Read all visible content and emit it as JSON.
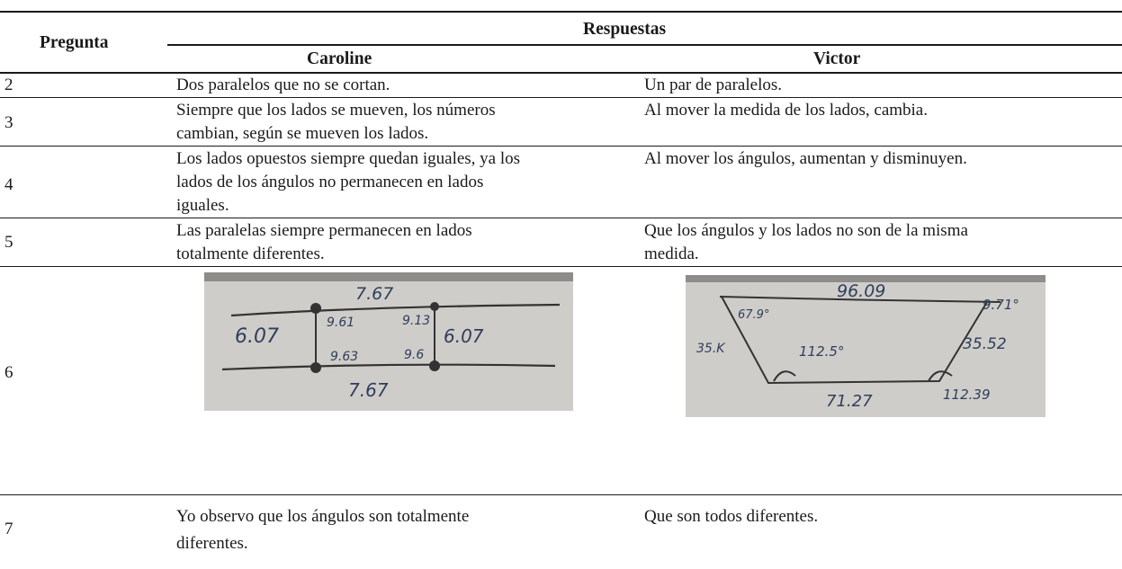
{
  "header": {
    "col_question": "Pregunta",
    "group": "Respuestas",
    "col_caroline": "Caroline",
    "col_victor": "Victor"
  },
  "rows": [
    {
      "q": "2",
      "caroline": [
        "Dos paralelos que no se cortan."
      ],
      "victor": [
        "Un par de paralelos."
      ]
    },
    {
      "q": "3",
      "caroline": [
        "Siempre que los lados se mueven, los números",
        "cambian, según se mueven los lados."
      ],
      "victor": [
        "Al mover la medida de los lados, cambia."
      ]
    },
    {
      "q": "4",
      "caroline": [
        "Los lados opuestos siempre quedan iguales, ya los",
        "lados de los ángulos no permanecen en lados",
        "iguales."
      ],
      "victor": [
        "Al mover los ángulos, aumentan y disminuyen."
      ]
    },
    {
      "q": "5",
      "caroline": [
        "Las paralelas siempre permanecen en lados",
        "totalmente diferentes."
      ],
      "victor": [
        "Que los ángulos y los lados no son de la misma",
        "medida."
      ]
    },
    {
      "q": "6",
      "caroline_image": {
        "description_labels": [
          "7.67",
          "6.07",
          "9.61",
          "9.13",
          "6.07",
          "9.63",
          "9.6",
          "7.67"
        ]
      },
      "victor_image": {
        "description_labels": [
          "96.09",
          "67.9°",
          "9.71°",
          "35.K",
          "112.5°",
          "35.52",
          "71.27",
          "112.39"
        ]
      }
    },
    {
      "q": "7",
      "caroline": [
        "Yo observo que los ángulos son totalmente",
        "diferentes."
      ],
      "victor": [
        "Que son todos diferentes."
      ]
    }
  ],
  "colors": {
    "rule": "#1a1a1a",
    "ink": "#2f3e5c",
    "photo_bg": "#c9c7c3"
  }
}
